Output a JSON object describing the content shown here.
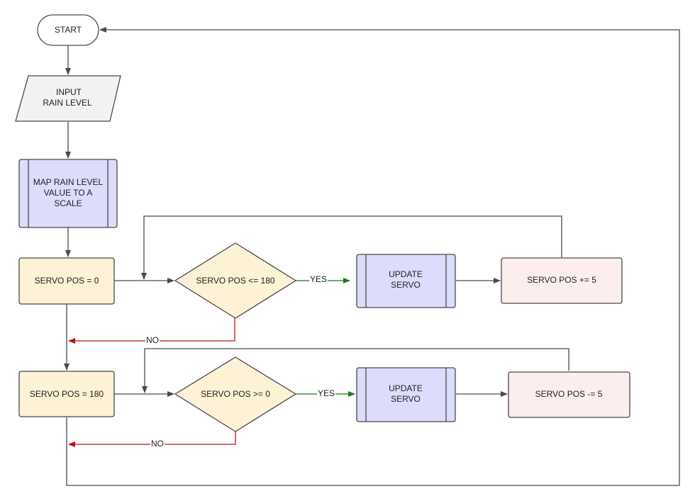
{
  "colors": {
    "line": "#4a4a4a",
    "yes": "#1a7a1a",
    "no": "#c01010",
    "terminal": "#ffffff",
    "input": "#f1f2f4",
    "subprocess": "#dcdcfb",
    "process": "#fdf1d6",
    "decision": "#fdf1d6",
    "update": "#fdeeee"
  },
  "nodes": {
    "start": {
      "lines": [
        "START"
      ]
    },
    "input": {
      "lines": [
        "INPUT",
        "RAIN LEVEL"
      ]
    },
    "map": {
      "lines": [
        "MAP RAIN LEVEL",
        "VALUE TO A",
        "SCALE"
      ]
    },
    "servo0": {
      "lines": [
        "SERVO POS = 0"
      ]
    },
    "dec1": {
      "lines": [
        "SERVO POS <= 180"
      ]
    },
    "upd1": {
      "lines": [
        "UPDATE",
        "SERVO"
      ]
    },
    "inc": {
      "lines": [
        "SERVO POS += 5"
      ]
    },
    "servo180": {
      "lines": [
        "SERVO POS = 180"
      ]
    },
    "dec2": {
      "lines": [
        "SERVO POS >= 0"
      ]
    },
    "upd2": {
      "lines": [
        "UPDATE",
        "SERVO"
      ]
    },
    "dec": {
      "lines": [
        "SERVO POS -= 5"
      ]
    }
  },
  "edge_labels": {
    "yes1": "YES",
    "no1": "NO",
    "yes2": "YES",
    "no2": "NO"
  }
}
